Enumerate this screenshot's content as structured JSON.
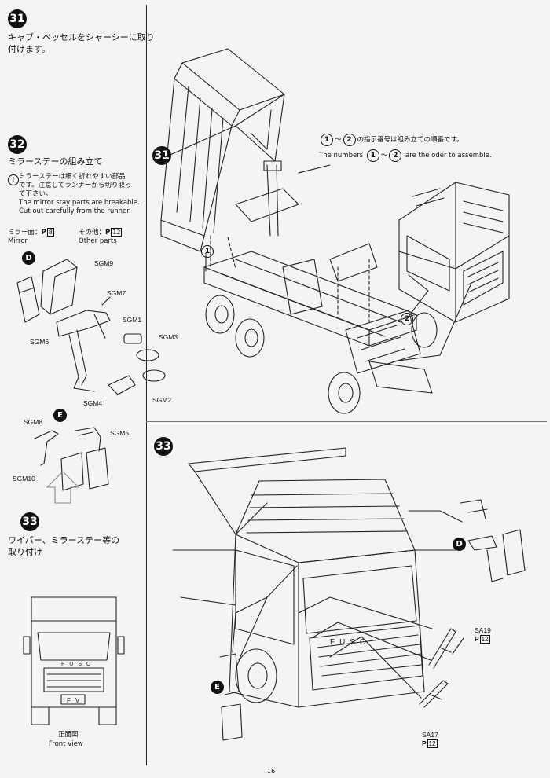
{
  "step31": {
    "number": "31",
    "text_line1": "キャブ・ベッセルをシャーシーに取り",
    "text_line2": "付けます。",
    "diagram_number": "31",
    "callout_1": "1",
    "callout_2": "2"
  },
  "order_note": {
    "num_start": "1",
    "tilde": "〜",
    "num_end": "2",
    "jp_suffix": "の指示番号は組み立ての順番です。",
    "en_prefix": "The numbers",
    "en_suffix": "are the oder to assemble."
  },
  "step32": {
    "number": "32",
    "title": "ミラーステーの組み立て",
    "note_jp_line1": "ミラーステーは細く折れやすい部品",
    "note_jp_line2": "です。注意してランナーから切り取っ",
    "note_jp_line3": "て下さい。",
    "note_en_line1": "The mirror stay parts are breakable.",
    "note_en_line2": "Cut out carefully from the runner.",
    "mirror_jp": "ミラー面：",
    "mirror_ref": "8",
    "mirror_en": "Mirror",
    "other_jp": "その他：",
    "other_ref": "12",
    "other_en": "Other parts",
    "group_d": "D",
    "group_e": "E",
    "parts_d": [
      "SGM9",
      "SGM7",
      "SGM6",
      "SGM1",
      "SGM3",
      "SGM4",
      "SGM2"
    ],
    "parts_e": [
      "SGM8",
      "SGM5",
      "SGM10"
    ]
  },
  "step33": {
    "number": "33",
    "title_line1": "ワイパー、ミラーステー等の",
    "title_line2": "取り付け",
    "diagram_number": "33",
    "front_view_jp": "正面図",
    "front_view_en": "Front view",
    "grille_text": "FUSO",
    "badge_text": "FV",
    "sa19": "SA19",
    "sa19_ref": "12",
    "sa17": "SA17",
    "sa17_ref": "12",
    "label_d": "D",
    "label_e": "E"
  },
  "page_number": "16",
  "ref_prefix": "P"
}
